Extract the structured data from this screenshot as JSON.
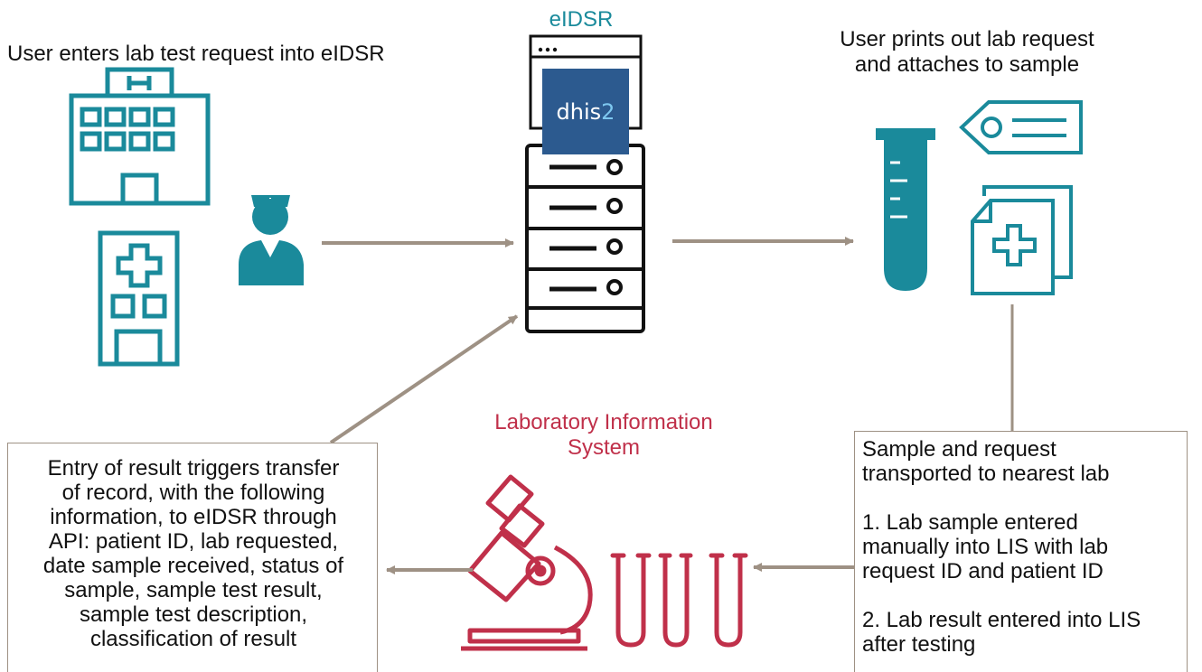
{
  "labels": {
    "user_enters": "User enters lab test request into eIDSR",
    "eidsr": "eIDSR",
    "prints_line1": "User prints out lab request",
    "prints_line2": "and attaches to sample",
    "lis_line1": "Laboratory Information",
    "lis_line2": "System"
  },
  "dhis": {
    "main": "dhis",
    "digit": "2"
  },
  "left_box": {
    "lines": [
      "Entry of result triggers transfer",
      "of record, with the following",
      "information, to eIDSR through",
      "API: patient ID, lab requested,",
      "date sample received, status of",
      "sample, sample test result,",
      "sample test description,",
      "classification of result"
    ]
  },
  "right_box": {
    "lines": [
      "Sample and request",
      "transported to nearest lab",
      "",
      "1.  Lab sample entered",
      "manually into LIS with lab",
      "request ID and patient ID",
      "",
      "2.  Lab result entered into LIS",
      "after testing"
    ]
  },
  "colors": {
    "teal": "#1a8a9b",
    "crimson": "#c0304a",
    "arrow": "#9e9184",
    "dhis_blue": "#2c5a8f",
    "dhis_light": "#7ec8f0"
  }
}
